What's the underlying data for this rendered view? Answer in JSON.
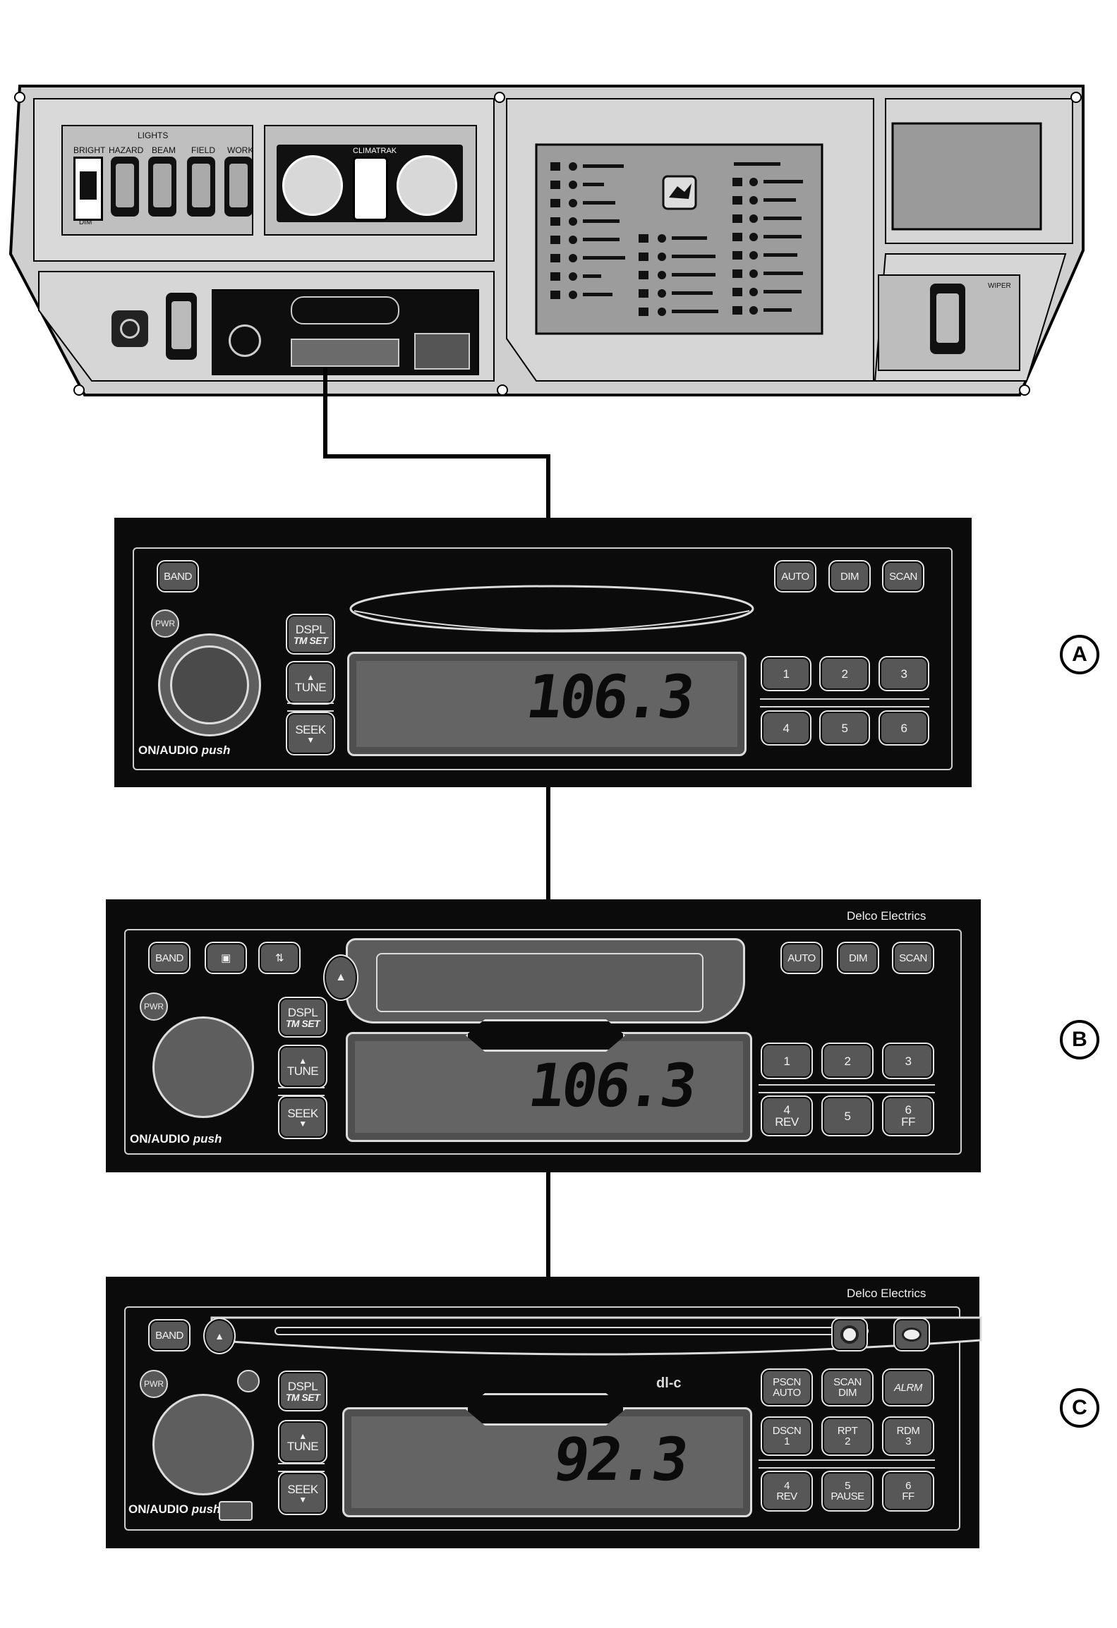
{
  "dashboard": {
    "lights_title": "LIGHTS",
    "switches": [
      "BRIGHT",
      "HAZARD",
      "BEAM",
      "FIELD",
      "WORK"
    ],
    "dim_label": "DIM",
    "climate_label": "CLIMATRAK",
    "wiper_label": "WIPER"
  },
  "radio_a": {
    "callout": "A",
    "buttons": {
      "band": "BAND",
      "auto": "AUTO",
      "dim": "DIM",
      "scan": "SCAN",
      "dspl": "DSPL",
      "tmset": "TM SET",
      "tune": "TUNE",
      "seek": "SEEK",
      "pwr": "PWR"
    },
    "presets": [
      "1",
      "2",
      "3",
      "4",
      "5",
      "6"
    ],
    "frequency": "106.3",
    "onaudio": "ON/AUDIO",
    "push": "push"
  },
  "radio_b": {
    "callout": "B",
    "brand": "Delco Electrics",
    "buttons": {
      "band": "BAND",
      "auto": "AUTO",
      "dim": "DIM",
      "scan": "SCAN",
      "dspl": "DSPL",
      "tmset": "TM SET",
      "tune": "TUNE",
      "seek": "SEEK",
      "pwr": "PWR"
    },
    "presets": [
      {
        "num": "1",
        "sub": ""
      },
      {
        "num": "2",
        "sub": ""
      },
      {
        "num": "3",
        "sub": ""
      },
      {
        "num": "4",
        "sub": "REV"
      },
      {
        "num": "5",
        "sub": ""
      },
      {
        "num": "6",
        "sub": "FF"
      }
    ],
    "frequency": "106.3",
    "onaudio": "ON/AUDIO",
    "push": "push"
  },
  "radio_c": {
    "callout": "C",
    "brand": "Delco Electrics",
    "buttons": {
      "band": "BAND",
      "dspl": "DSPL",
      "tmset": "TM SET",
      "tune": "TUNE",
      "seek": "SEEK",
      "pwr": "PWR",
      "pscn": "PSCN",
      "auto": "AUTO",
      "scan": "SCAN",
      "dim": "DIM",
      "alrm": "ALRM"
    },
    "logo": "dl-c",
    "presets": [
      {
        "top": "DSCN",
        "num": "1"
      },
      {
        "top": "RPT",
        "num": "2"
      },
      {
        "top": "RDM",
        "num": "3"
      },
      {
        "top": "4",
        "num": "REV"
      },
      {
        "top": "5",
        "num": "PAUSE"
      },
      {
        "top": "6",
        "num": "FF"
      }
    ],
    "frequency": "92.3",
    "onaudio": "ON/AUDIO",
    "push": "push"
  }
}
